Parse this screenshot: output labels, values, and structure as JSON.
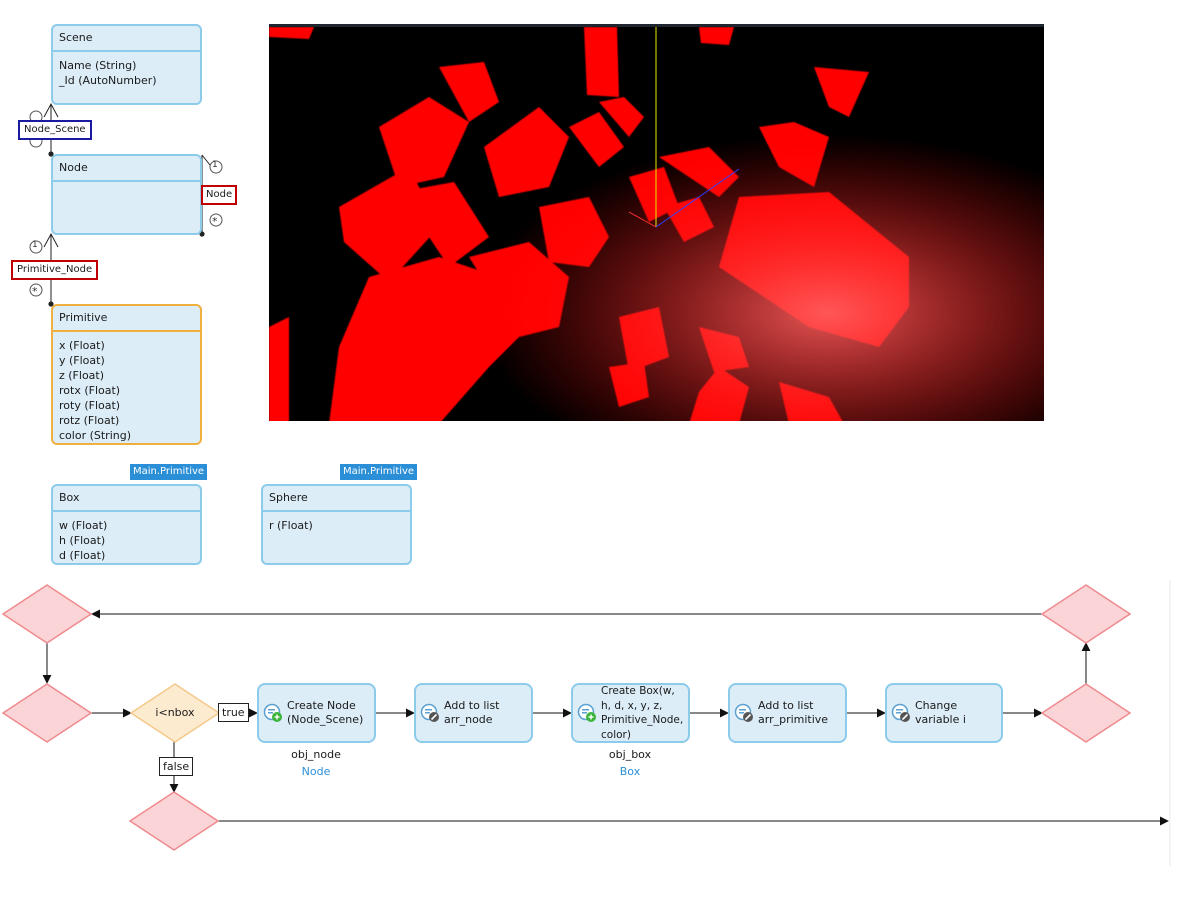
{
  "entities": {
    "scene": {
      "name": "Scene",
      "attrs": [
        "Name (String)",
        "_Id (AutoNumber)"
      ]
    },
    "node": {
      "name": "Node",
      "attrs": []
    },
    "primitive": {
      "name": "Primitive",
      "attrs": [
        "x (Float)",
        "y (Float)",
        "z (Float)",
        "rotx (Float)",
        "roty (Float)",
        "rotz (Float)",
        "color (String)"
      ]
    },
    "box": {
      "name": "Box",
      "attrs": [
        "w (Float)",
        "h (Float)",
        "d (Float)"
      ],
      "inherits": "Main.Primitive"
    },
    "sphere": {
      "name": "Sphere",
      "attrs": [
        "r (Float)"
      ],
      "inherits": "Main.Primitive"
    }
  },
  "relationships": {
    "node_scene": "Node_Scene",
    "node": "Node",
    "primitive_node": "Primitive_Node",
    "one": "1",
    "many": "*"
  },
  "viewport": {
    "background": "#000000",
    "box_color": "#ff0000",
    "axis_colors": {
      "y": "#e8e800",
      "x": "#ff2020",
      "z": "#2030ff"
    }
  },
  "flow": {
    "condition": "i<nbox",
    "true_label": "true",
    "false_label": "false",
    "nodes": [
      {
        "label": "Create Node (Node_Scene)",
        "icon": "create-icon",
        "var": "obj_node",
        "type": "Node"
      },
      {
        "label": "Add to list arr_node",
        "icon": "list-add-icon",
        "var": "",
        "type": ""
      },
      {
        "label": "Create Box(w, h, d, x, y, z, Primitive_Node, color)",
        "icon": "create-icon",
        "var": "obj_box",
        "type": "Box"
      },
      {
        "label": "Add to list arr_primitive",
        "icon": "list-add-icon",
        "var": "",
        "type": ""
      },
      {
        "label": "Change variable i",
        "icon": "change-variable-icon",
        "var": "",
        "type": ""
      }
    ]
  },
  "colors": {
    "entity_fill": "#dcedf8",
    "entity_border": "#8ccbea",
    "primitive_border": "#f0b040",
    "merge_fill": "#fad4d6",
    "merge_stroke": "#ef8a8e",
    "decision_fill": "#fdebd0",
    "decision_stroke": "#f4c88a",
    "accent": "#2a8fd6"
  }
}
